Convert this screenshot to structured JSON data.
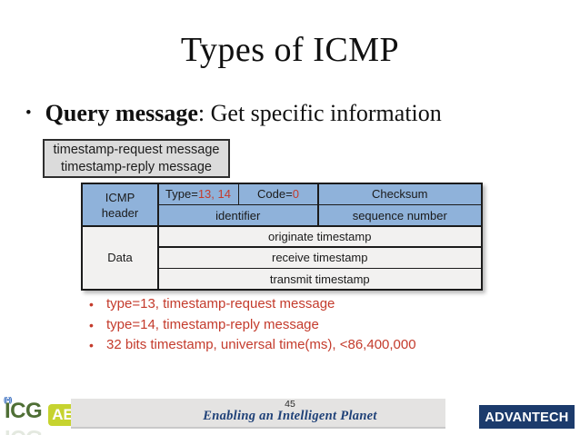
{
  "slide": {
    "title": "Types of ICMP",
    "bullet_char": "•",
    "query_bullet": {
      "bold": "Query message",
      "rest": ": Get specific information"
    },
    "callout": {
      "line1": "timestamp-request message",
      "line2": "timestamp-reply message"
    },
    "table": {
      "icmp_label_line1": "ICMP",
      "icmp_label_line2": "header",
      "type_prefix": "Type=",
      "type_value": "13, 14",
      "code_prefix": "Code=",
      "code_value": "0",
      "checksum": "Checksum",
      "identifier": "identifier",
      "sequence_number": "sequence number",
      "data_label": "Data",
      "originate": "originate timestamp",
      "receive": "receive timestamp",
      "transmit": "transmit timestamp"
    },
    "notes": [
      "type=13, timestamp-request message",
      "type=14, timestamp-reply message",
      "32 bits timestamp, universal time(ms), <86,400,000"
    ],
    "footer": {
      "page_number": "45",
      "tagline": "Enabling an Intelligent Planet",
      "icg_text": "ICG",
      "ae_text": "AE",
      "antenna_glyph": "((•))",
      "advantech_text": "ADVANTECH"
    },
    "colors": {
      "table_blue": "#8fb2da",
      "table_light": "#f2f1f0",
      "accent_red": "#c43b2c",
      "advantech_navy": "#1c3b6c",
      "icg_green": "#4f6f35",
      "ae_yellow": "#c6d32f",
      "tagline_navy": "#1f4178",
      "footer_grey": "#e4e3e2"
    }
  }
}
